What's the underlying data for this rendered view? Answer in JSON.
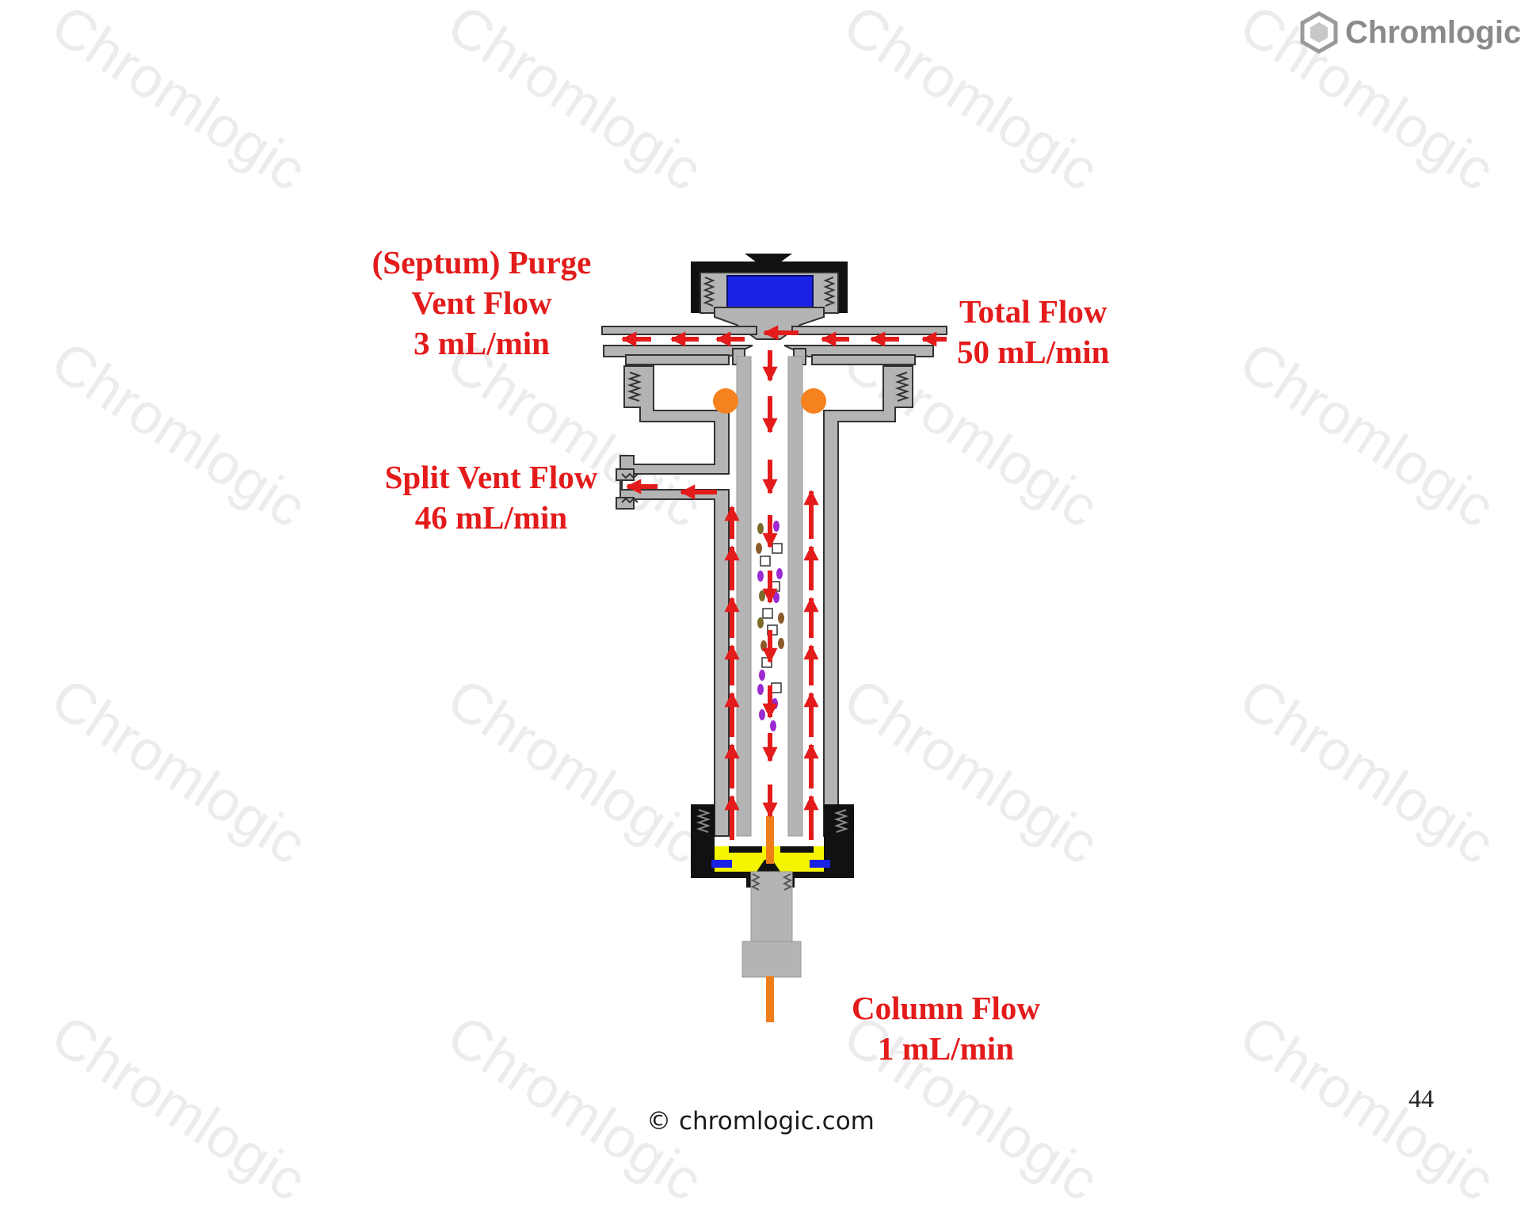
{
  "brand": {
    "name": "Chromlogic",
    "logo_icon": "hexagon-logo-icon"
  },
  "watermark": {
    "text": "Chromlogic"
  },
  "labels": {
    "septum_purge": {
      "line1": "(Septum) Purge",
      "line2": "Vent Flow",
      "line3": "3 mL/min"
    },
    "total_flow": {
      "line1": "Total Flow",
      "line2": "50 mL/min"
    },
    "split_vent": {
      "line1": "Split Vent Flow",
      "line2": "46 mL/min"
    },
    "column_flow": {
      "line1": "Column Flow",
      "line2": "1 mL/min"
    }
  },
  "footer": {
    "copyright": "© chromlogic.com",
    "page_number": "44"
  },
  "colors": {
    "flow_arrow": "#e31b1b",
    "metal_gray": "#b4b4b4",
    "septum_blue": "#1a22e6",
    "nut_black": "#111111",
    "o_ring_orange": "#f5821f",
    "column_orange": "#f07e18",
    "seal_yellow": "#f5f500"
  }
}
